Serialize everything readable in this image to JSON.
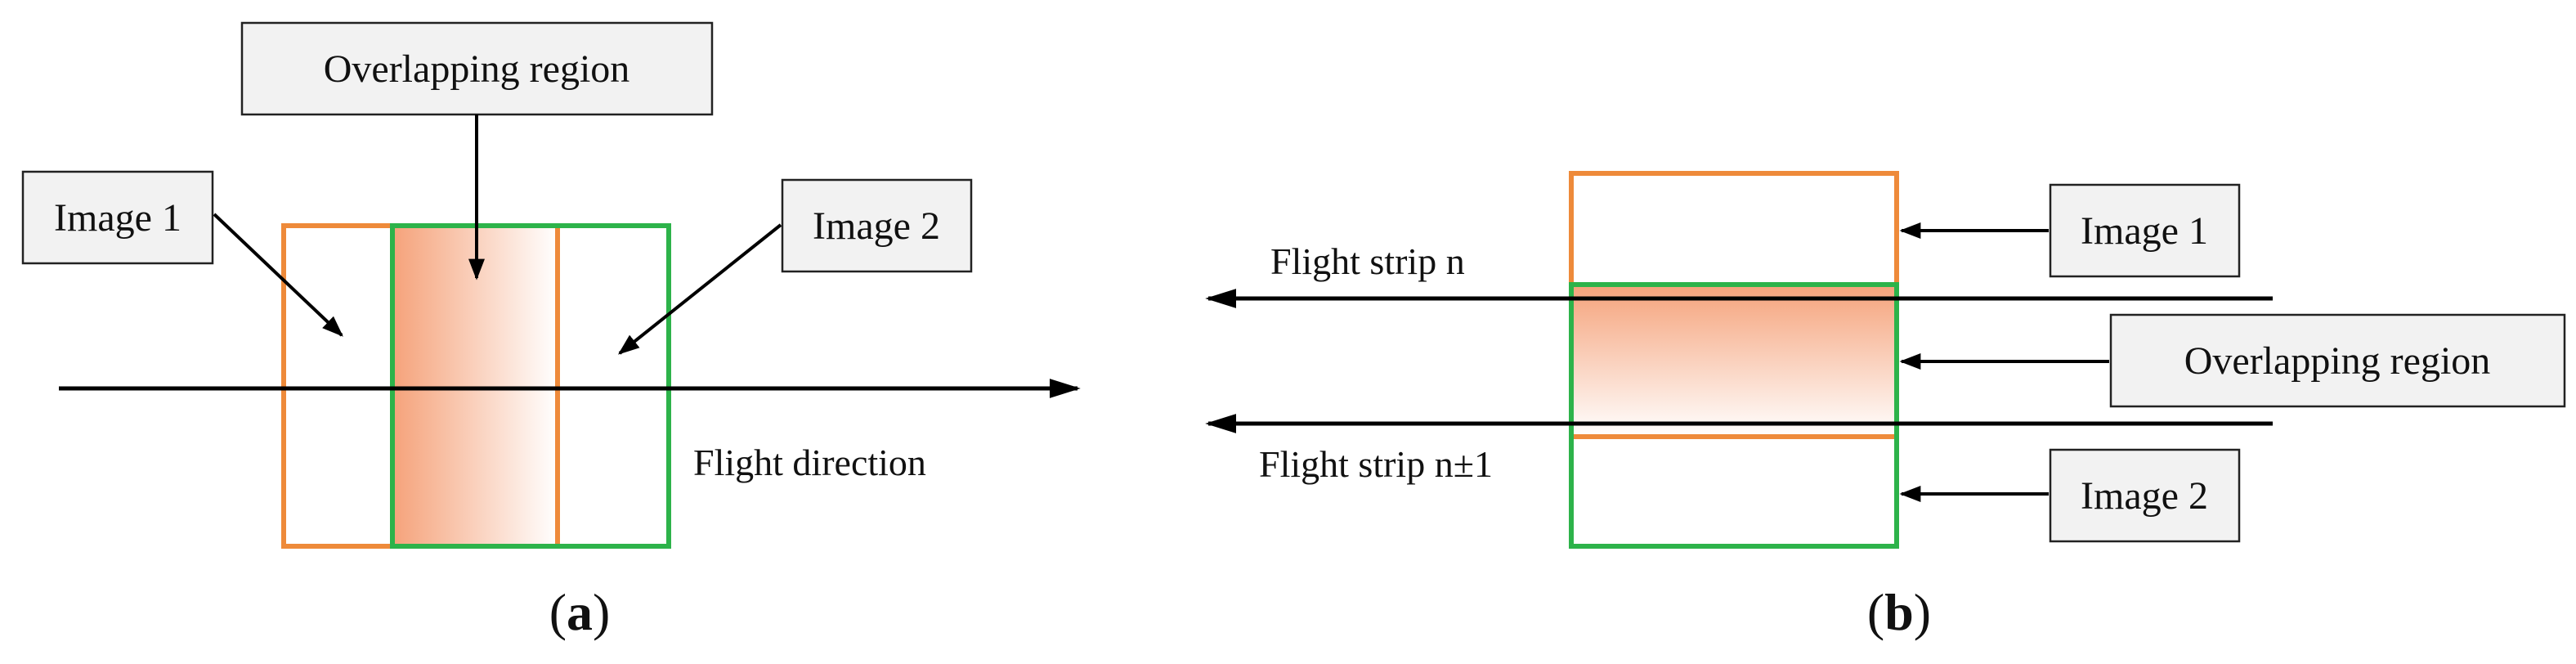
{
  "panel_a": {
    "callouts": {
      "overlapping_region": "Overlapping region",
      "image_1": "Image 1",
      "image_2": "Image 2"
    },
    "flight_direction": "Flight direction",
    "caption_letter": "a"
  },
  "panel_b": {
    "callouts": {
      "image_1": "Image 1",
      "overlapping_region": "Overlapping region",
      "image_2": "Image 2"
    },
    "flight_strip_n": "Flight strip n",
    "flight_strip_n_pm1": "Flight strip n±1",
    "caption_letter": "b"
  },
  "colors": {
    "image_1_frame": "#ee8a3a",
    "image_2_frame": "#2db34a",
    "overlap_fill": "#f5a27a",
    "arrow": "#000000"
  }
}
